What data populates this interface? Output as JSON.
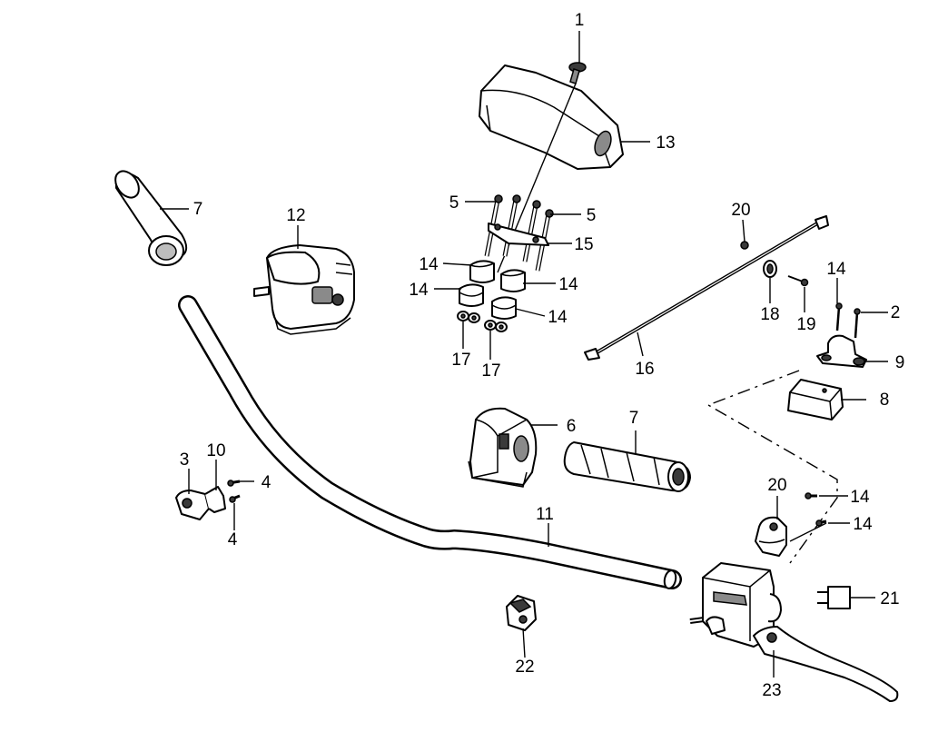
{
  "callouts": [
    {
      "id": "c1",
      "text": "1"
    },
    {
      "id": "c2",
      "text": "2"
    },
    {
      "id": "c3",
      "text": "3"
    },
    {
      "id": "c4a",
      "text": "4"
    },
    {
      "id": "c4b",
      "text": "4"
    },
    {
      "id": "c5a",
      "text": "5"
    },
    {
      "id": "c5b",
      "text": "5"
    },
    {
      "id": "c6",
      "text": "6"
    },
    {
      "id": "c7a",
      "text": "7"
    },
    {
      "id": "c7b",
      "text": "7"
    },
    {
      "id": "c8",
      "text": "8"
    },
    {
      "id": "c9",
      "text": "9"
    },
    {
      "id": "c10",
      "text": "10"
    },
    {
      "id": "c11",
      "text": "11"
    },
    {
      "id": "c12",
      "text": "12"
    },
    {
      "id": "c13",
      "text": "13"
    },
    {
      "id": "c14a",
      "text": "14"
    },
    {
      "id": "c14b",
      "text": "14"
    },
    {
      "id": "c14c",
      "text": "14"
    },
    {
      "id": "c14d",
      "text": "14"
    },
    {
      "id": "c14e",
      "text": "14"
    },
    {
      "id": "c14f",
      "text": "14"
    },
    {
      "id": "c14g",
      "text": "14"
    },
    {
      "id": "c15",
      "text": "15"
    },
    {
      "id": "c16",
      "text": "16"
    },
    {
      "id": "c17a",
      "text": "17"
    },
    {
      "id": "c17b",
      "text": "17"
    },
    {
      "id": "c18",
      "text": "18"
    },
    {
      "id": "c19",
      "text": "19"
    },
    {
      "id": "c20a",
      "text": "20"
    },
    {
      "id": "c20b",
      "text": "20"
    },
    {
      "id": "c21",
      "text": "21"
    },
    {
      "id": "c22",
      "text": "22"
    },
    {
      "id": "c23",
      "text": "23"
    }
  ]
}
